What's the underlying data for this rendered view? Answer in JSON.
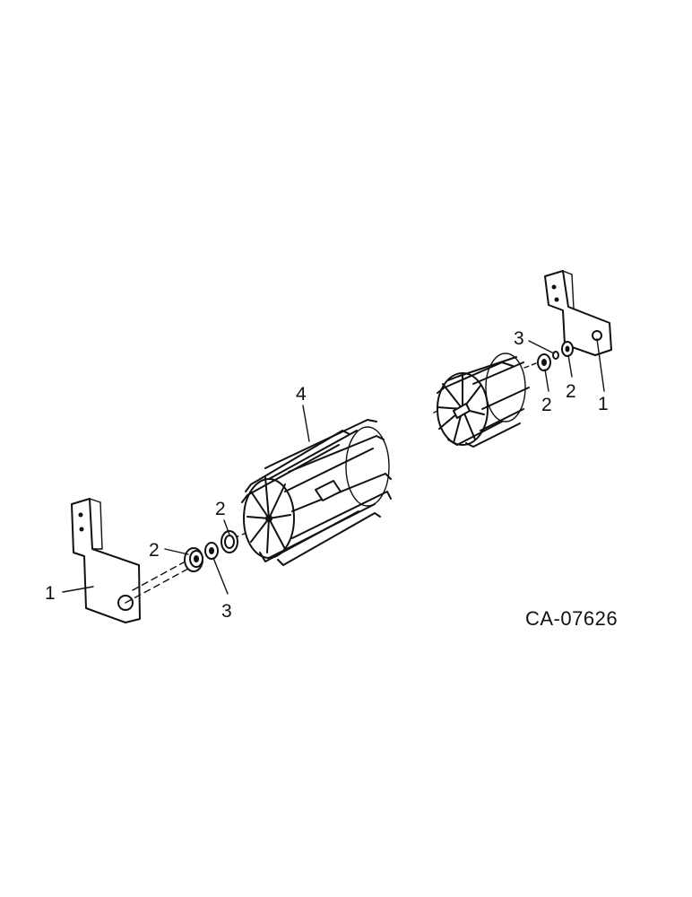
{
  "callouts": {
    "bracket_left": "1",
    "bearing_left_outer": "2",
    "bearing_left_inner": "2",
    "spacer_left": "3",
    "wheel_left": "4",
    "spacer_right": "3",
    "bearing_right_inner": "2",
    "bearing_right_outer": "2",
    "bracket_right": "1"
  },
  "drawing_code": "CA-07626"
}
